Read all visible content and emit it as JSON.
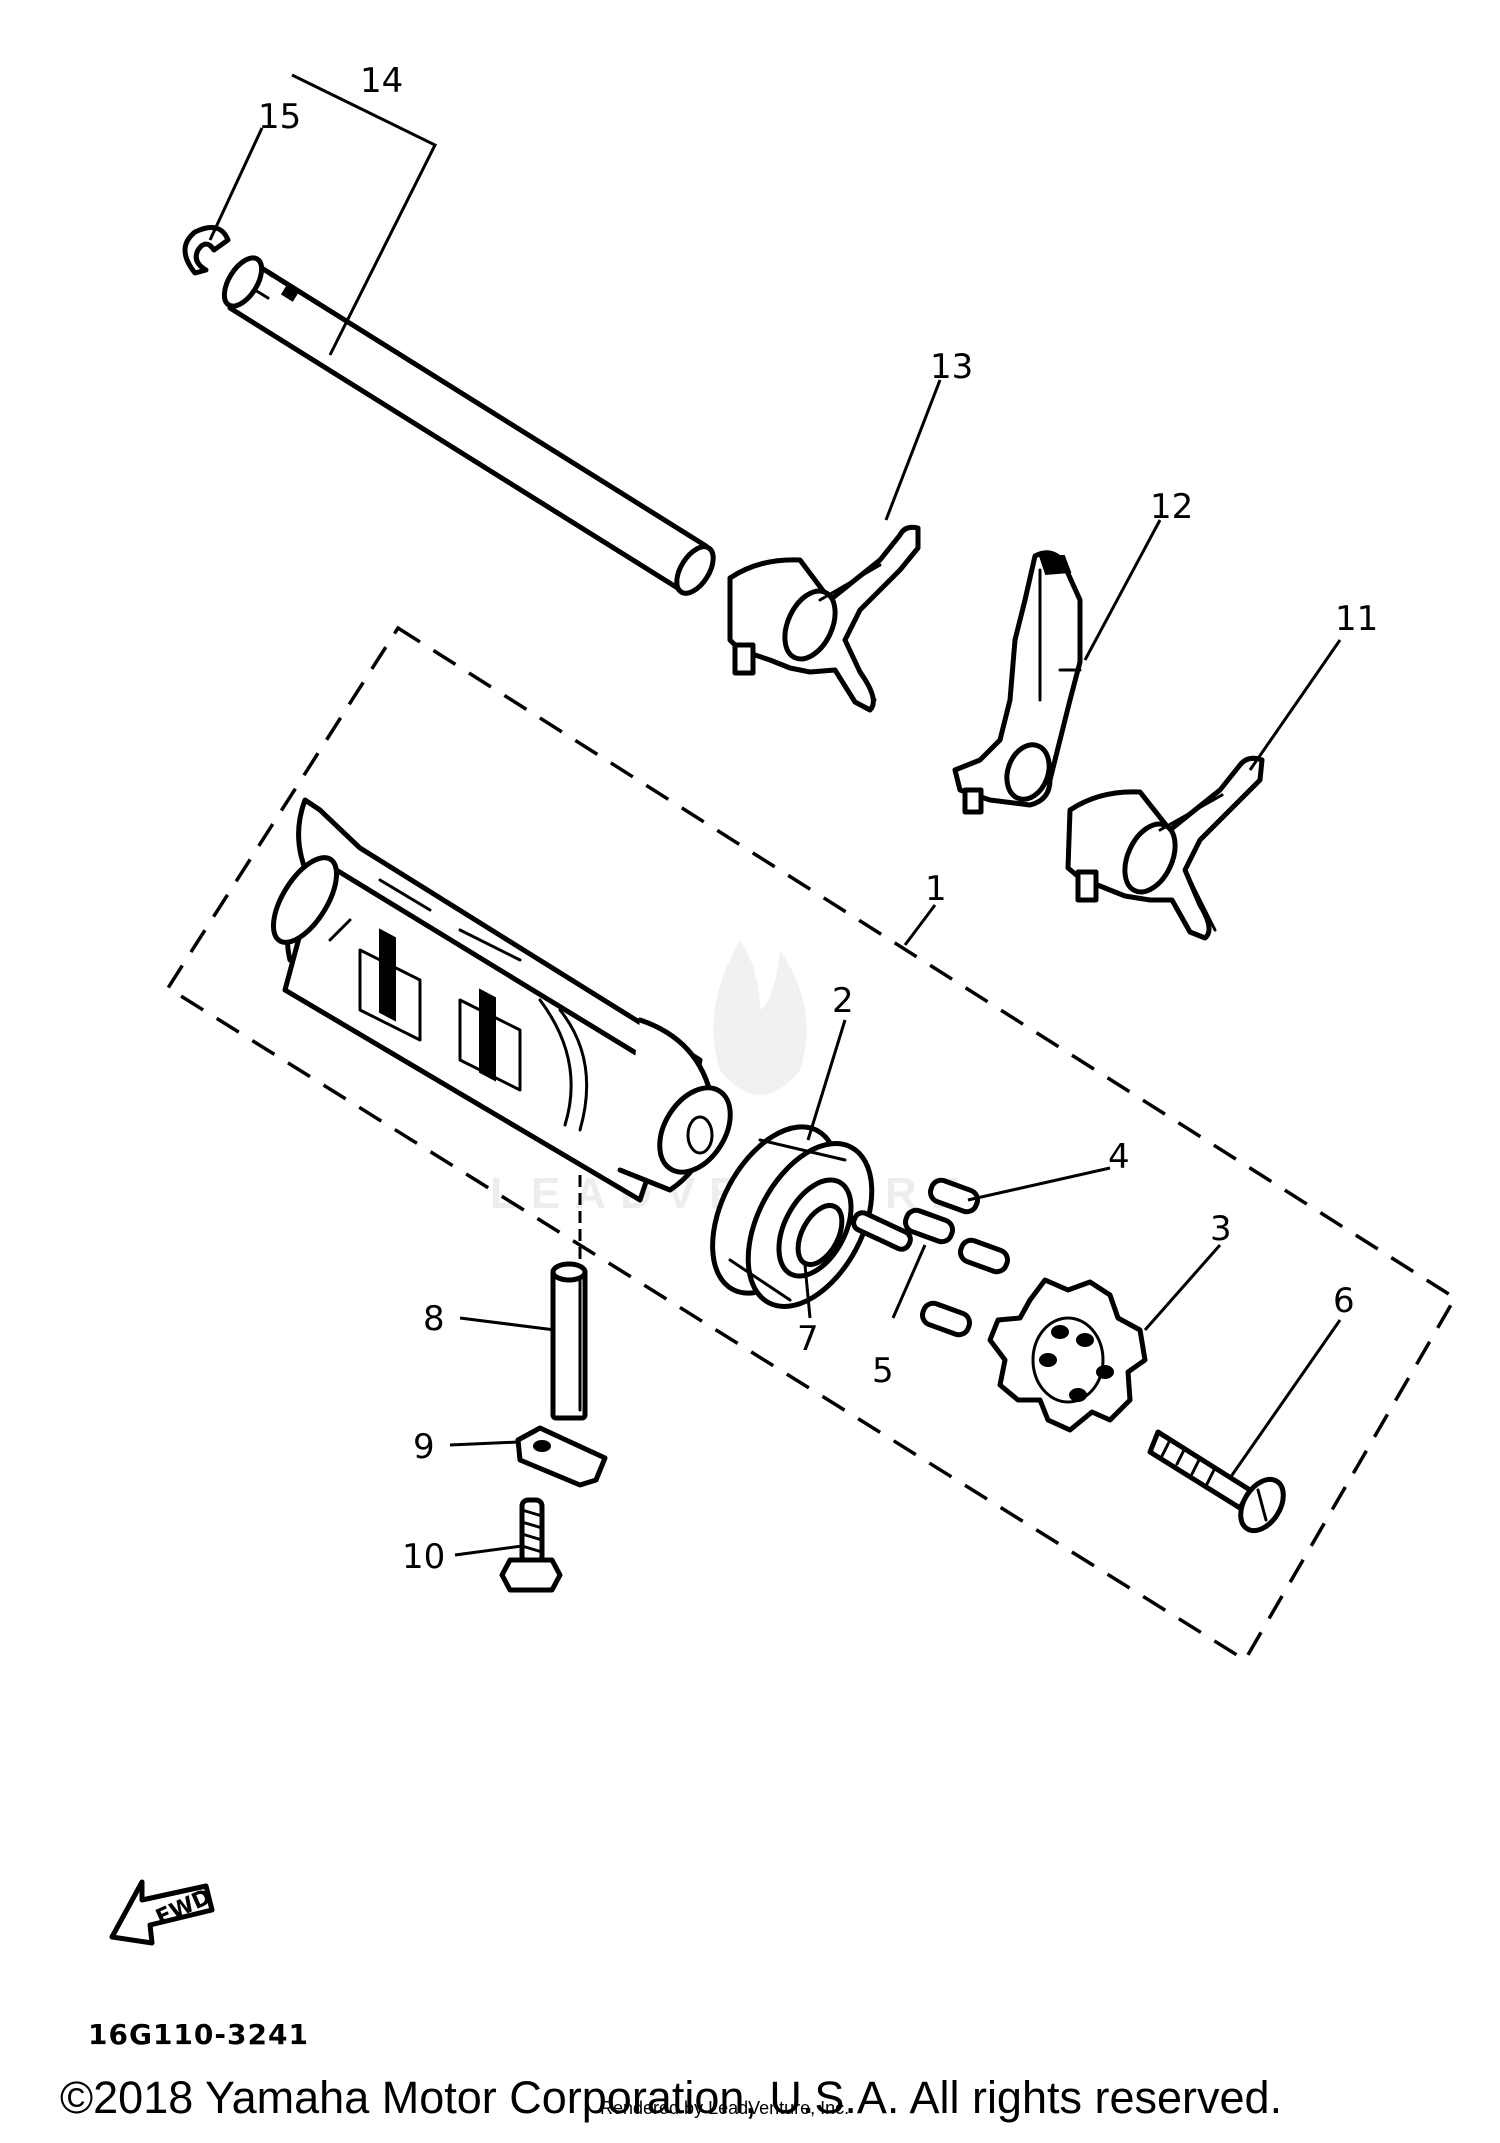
{
  "diagram": {
    "callouts": [
      "1",
      "2",
      "3",
      "4",
      "5",
      "6",
      "7",
      "8",
      "9",
      "10",
      "11",
      "12",
      "13",
      "14",
      "15"
    ],
    "fwd_label": "FWD",
    "watermark": "LEADVENTURE"
  },
  "footer": {
    "ref_code": "16G110-3241",
    "copyright": "©2018 Yamaha Motor Corporation, U.S.A. All rights reserved.",
    "rendered_by": "Rendered by LeadVenture, Inc."
  }
}
